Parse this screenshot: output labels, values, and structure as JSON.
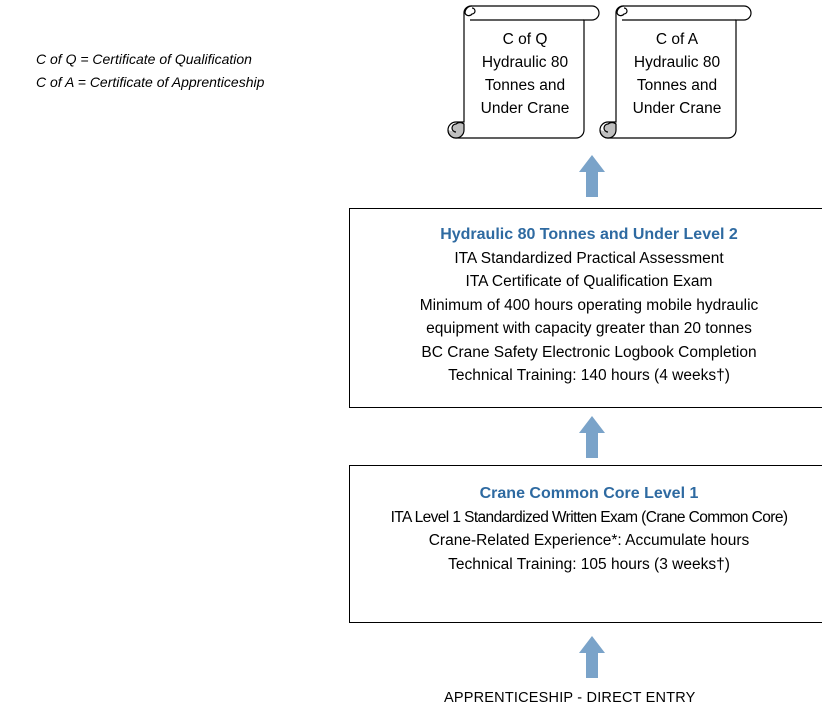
{
  "legend": {
    "line1": "C of Q = Certificate of Qualification",
    "line2": "C of A = Certificate of Apprenticeship"
  },
  "certificates": [
    {
      "lines": [
        "C of Q",
        "Hydraulic 80",
        "Tonnes and",
        "Under Crane"
      ]
    },
    {
      "lines": [
        "C of A",
        "Hydraulic 80",
        "Tonnes and",
        "Under Crane"
      ]
    }
  ],
  "level2": {
    "title": "Hydraulic 80 Tonnes and Under Level 2",
    "lines": [
      "ITA Standardized Practical Assessment",
      "ITA Certificate of Qualification Exam",
      "Minimum of 400 hours operating mobile hydraulic",
      "equipment with capacity greater than 20 tonnes",
      "BC Crane Safety Electronic Logbook Completion",
      "Technical Training: 140 hours (4 weeks†)"
    ]
  },
  "level1": {
    "title": "Crane Common Core Level 1",
    "lines": [
      "ITA Level 1 Standardized Written Exam (Crane Common Core)",
      "Crane-Related Experience*:  Accumulate hours",
      "Technical Training: 105 hours (3 weeks†)"
    ]
  },
  "entry": "APPRENTICESHIP - DIRECT ENTRY",
  "colors": {
    "title": "#2e6aa1",
    "arrow": "#7aa3c9",
    "scroll_curl": "#bfbfbf"
  }
}
